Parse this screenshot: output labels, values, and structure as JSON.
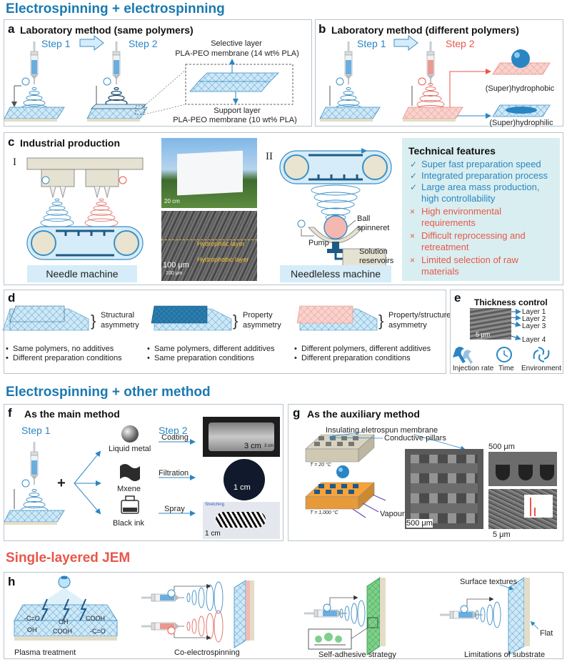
{
  "headings": {
    "top": "Electrospinning + electrospinning",
    "middle": "Electrospinning + other method",
    "bottom": "Single-layered JEM"
  },
  "panel_a": {
    "label": "a",
    "title": "Laboratory method (same polymers)",
    "step1": "Step 1",
    "step2": "Step 2",
    "selective_layer": "Selective layer",
    "selective_detail": "PLA-PEO membrane (14 wt% PLA)",
    "support_layer": "Support layer",
    "support_detail": "PLA-PEO membrane (10 wt% PLA)"
  },
  "panel_b": {
    "label": "b",
    "title": "Laboratory method (different polymers)",
    "step1": "Step 1",
    "step2": "Step 2",
    "hydrophobic": "(Super)hydrophobic",
    "hydrophilic": "(Super)hydrophilic"
  },
  "panel_c": {
    "label": "c",
    "title": "Industrial production",
    "roman1": "I",
    "roman2": "II",
    "needle_machine": "Needle machine",
    "needleless_machine": "Needleless machine",
    "photo_scale": "20 cm",
    "sem_hydrophilic": "Hydrophilic layer",
    "sem_hydrophobic": "Hydrophobic layer",
    "sem_scale": "100 μm",
    "sem_scale_small": "100 μm",
    "ball_spinneret": "Ball spinneret",
    "pump": "Pump",
    "solution_reservoirs": "Solution reservoirs",
    "tech_title": "Technical features",
    "features_good": [
      "Super fast preparation speed",
      "Integrated preparation process",
      "Large area mass production, high controllability"
    ],
    "features_bad": [
      "High environmental requirements",
      "Difficult reprocessing  and retreatment",
      "Limited selection of raw materials"
    ],
    "check_mark": "✓",
    "cross_mark": "×"
  },
  "panel_d": {
    "label": "d",
    "asym1": "Structural asymmetry",
    "asym2": "Property asymmetry",
    "asym3": "Property/structure asymmetry",
    "bullets1": [
      "Same polymers, no additives",
      "Different preparation conditions"
    ],
    "bullets2": [
      "Same polymers, different additives",
      "Same preparation conditions"
    ],
    "bullets3": [
      "Different polymers, different additives",
      "Different preparation conditions"
    ]
  },
  "panel_e": {
    "label": "e",
    "title": "Thickness control",
    "layers": [
      "Layer 1",
      "Layer 2",
      "Layer 3",
      "Layer 4"
    ],
    "scale": "5 μm",
    "icons": [
      "Injection rate",
      "Time",
      "Environment"
    ]
  },
  "panel_f": {
    "label": "f",
    "title": "As the main method",
    "step1": "Step 1",
    "step2": "Step 2",
    "plus": "+",
    "materials": [
      "Liquid metal",
      "Mxene",
      "Black ink"
    ],
    "methods": [
      "Coating",
      "Filtration",
      "Spray"
    ],
    "scale1": "3 cm",
    "scale1_small": "3 cm",
    "scale2": "1 cm",
    "scale3": "1 cm",
    "photo3_caption": "Stretching"
  },
  "panel_g": {
    "label": "g",
    "title": "As the auxiliary method",
    "insulating": "Insulating eletrospun membrane",
    "pillars": "Conductive pillars",
    "temp1": "T = 20 °C",
    "temp2": "T = 1,000 °C",
    "vapour": "Vapour",
    "scale_a": "500 μm",
    "scale_b": "500 μm",
    "scale_c": "5 μm"
  },
  "panel_h": {
    "label": "h",
    "captions": [
      "Plasma treatment",
      "Co-electrospinning",
      "Self-adhesive strategy",
      "Limitations of substrate"
    ],
    "chem": [
      "-C=O",
      "OH",
      "COOH",
      "OH",
      "COOH",
      "-C=O"
    ],
    "surface_textures": "Surface textures",
    "flat": "Flat"
  },
  "colors": {
    "blue": "#2a86c3",
    "red": "#e8574a",
    "heading_blue": "#1a7ab0",
    "mesh_blue": "#bfe0f2",
    "mesh_pink": "#f7c7c2",
    "tech_bg": "#d9eef0"
  }
}
